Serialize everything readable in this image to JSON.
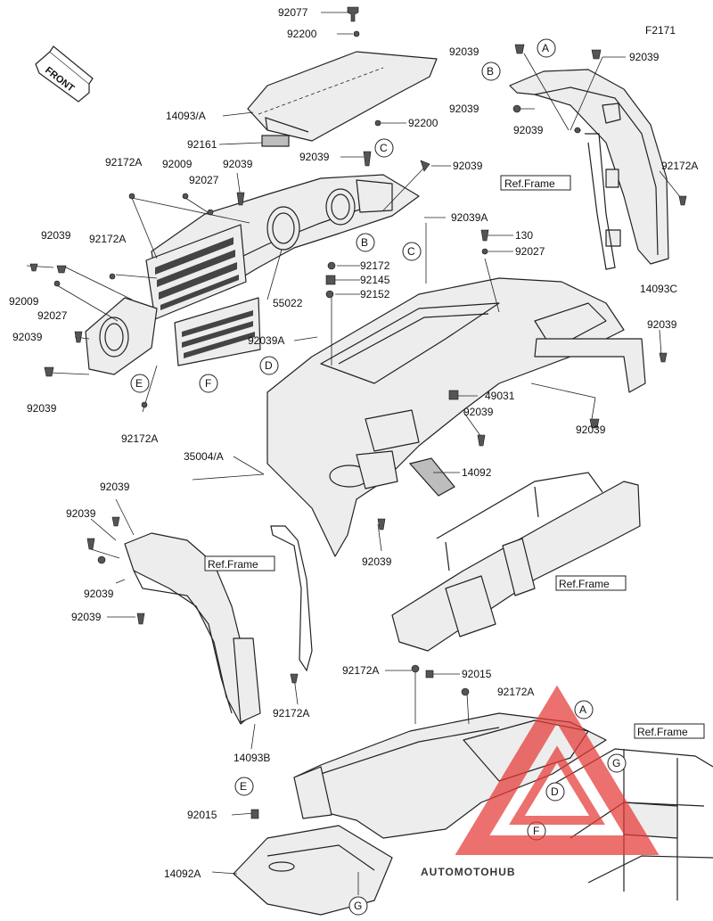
{
  "diagram_code": "F2171",
  "direction_label": "FRONT",
  "ref_frame_label": "Ref.Frame",
  "part_labels": {
    "p92077": "92077",
    "p92200_top": "92200",
    "p14093A": "14093/A",
    "p92200_mid": "92200",
    "p92161": "92161",
    "p92039_hood": "92039",
    "p92039_hoodR": "92039",
    "p92172A_ul": "92172A",
    "p92009_u": "92009",
    "p92039_u": "92039",
    "p92027_u": "92027",
    "p92039_l": "92039",
    "p92172A_l": "92172A",
    "p92009_l": "92009",
    "p92027_l": "92027",
    "p92039_l2": "92039",
    "p92039_l3": "92039",
    "p92172A_b": "92172A",
    "p55022": "55022",
    "p92172_c": "92172",
    "p92145": "92145",
    "p92152": "92152",
    "p92039A_r": "92039A",
    "p92039A_c": "92039A",
    "p130": "130",
    "p92027_r": "92027",
    "p92039_tr1": "92039",
    "p92039_tr2": "92039",
    "p92039_tr3": "92039",
    "p92172A_tr": "92172A",
    "p14093C": "14093C",
    "p92039_r": "92039",
    "p49031": "49031",
    "p92039_c": "92039",
    "p92039_rr": "92039",
    "p35004A": "35004/A",
    "p14092": "14092",
    "p92039_body": "92039",
    "p92039_fl1": "92039",
    "p92039_fl2": "92039",
    "p92039_fl3": "92039",
    "p92039_fl4": "92039",
    "p92172A_fl": "92172A",
    "p14093B": "14093B",
    "p92172A_pan": "92172A",
    "p92015_pan": "92015",
    "p92172A_pan2": "92172A",
    "p92015_low": "92015",
    "p14092A": "14092A"
  },
  "callouts": [
    "A",
    "B",
    "C",
    "D",
    "E",
    "F",
    "G"
  ],
  "watermark": "AUTOMOTOHUB"
}
